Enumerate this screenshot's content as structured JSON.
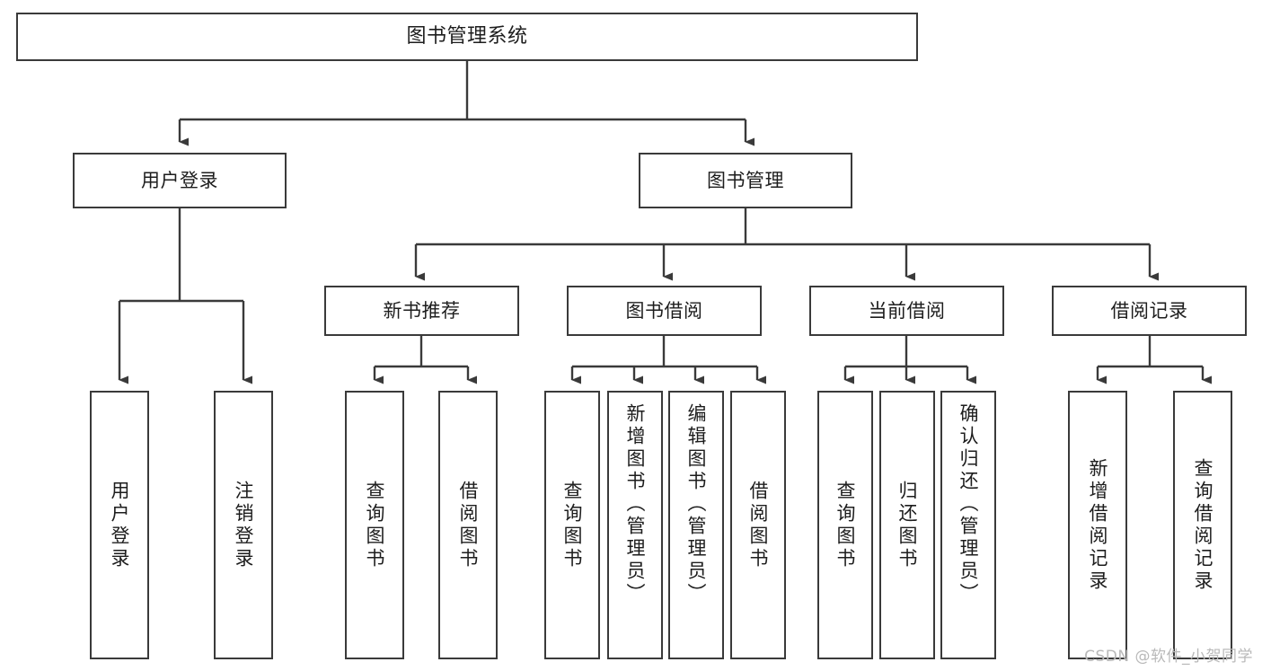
{
  "diagram": {
    "title": "图书管理系统",
    "type": "tree-hierarchy",
    "orientation": "top-down",
    "stroke_color": "#3a3a3a",
    "fill_color": "#ffffff",
    "text_color": "#1d1d1d"
  },
  "watermark": {
    "text": "CSDN @软件_小贺同学",
    "color": "#b9b9b9"
  },
  "nodes": {
    "root": {
      "label": "图书管理系统"
    },
    "level2": [
      {
        "label": "用户登录"
      },
      {
        "label": "图书管理"
      }
    ],
    "level3": [
      {
        "label": "新书推荐"
      },
      {
        "label": "图书借阅"
      },
      {
        "label": "当前借阅"
      },
      {
        "label": "借阅记录"
      }
    ],
    "leaves_user_login": [
      {
        "label": "用户登录"
      },
      {
        "label": "注销登录"
      }
    ],
    "leaves_new_books": [
      {
        "label": "查询图书"
      },
      {
        "label": "借阅图书"
      }
    ],
    "leaves_borrow": [
      {
        "label": "查询图书"
      },
      {
        "label": "新增图书（管理员）"
      },
      {
        "label": "编辑图书（管理员）"
      },
      {
        "label": "借阅图书"
      }
    ],
    "leaves_current": [
      {
        "label": "查询图书"
      },
      {
        "label": "归还图书"
      },
      {
        "label": "确认归还（管理员）"
      }
    ],
    "leaves_records": [
      {
        "label": "新增借阅记录"
      },
      {
        "label": "查询借阅记录"
      }
    ]
  }
}
